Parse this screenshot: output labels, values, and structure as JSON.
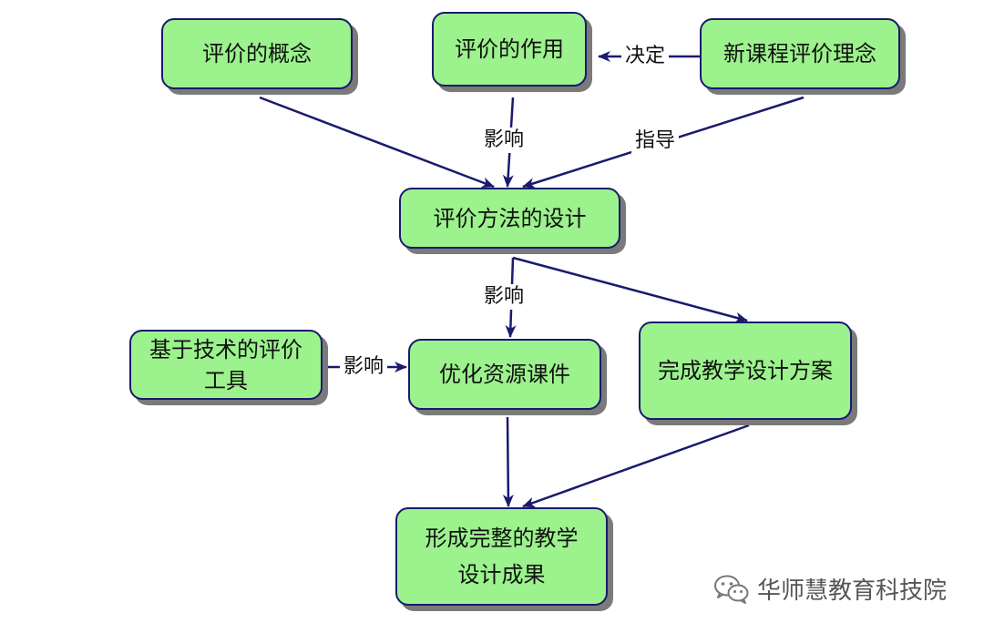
{
  "nodes": {
    "concept": "评价的概念",
    "role": "评价的作用",
    "philosophy": "新课程评价理念",
    "method_design": "评价方法的设计",
    "tech_tools": "基于技术的评价\n工具",
    "optimize": "优化资源课件",
    "plan": "完成教学设计方案",
    "result": "形成完整的教学\n设计成果"
  },
  "edge_labels": {
    "decide": "决定",
    "influence_1": "影响",
    "guide": "指导",
    "influence_2": "影响",
    "influence_3": "影响"
  },
  "watermark": {
    "text": "华师慧教育科技院",
    "icon": "wechat-icon"
  },
  "colors": {
    "node_fill": "#9cf28d",
    "node_border": "#1a1a6e",
    "arrow": "#1a1a6e"
  }
}
